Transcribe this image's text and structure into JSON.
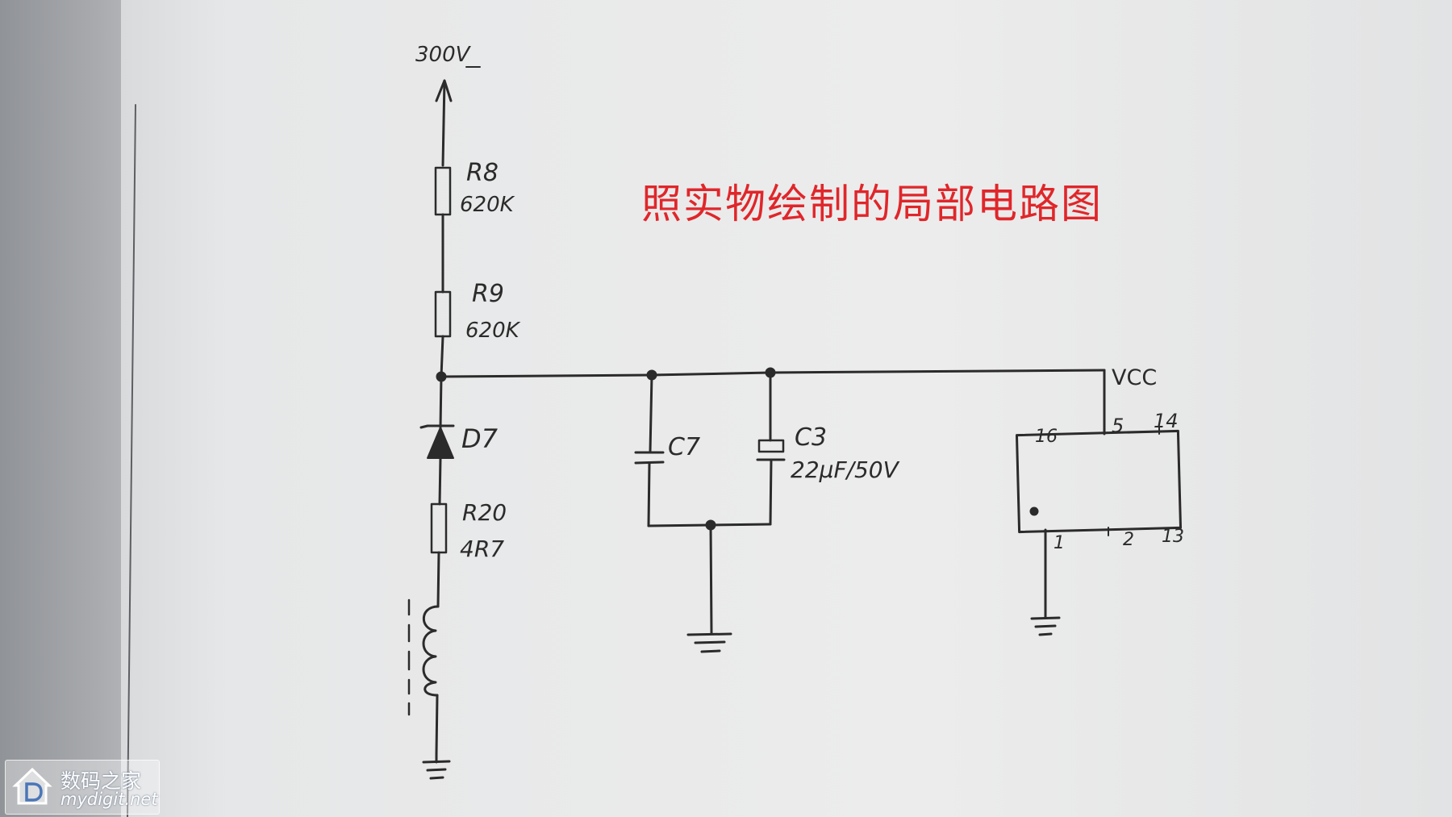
{
  "title": "照实物绘制的局部电路图",
  "supply": {
    "label": "300V"
  },
  "components": {
    "r8": {
      "ref": "R8",
      "value": "620K"
    },
    "r9": {
      "ref": "R9",
      "value": "620K"
    },
    "d7": {
      "ref": "D7"
    },
    "r20": {
      "ref": "R20",
      "value": "4R7"
    },
    "c7": {
      "ref": "C7"
    },
    "c3": {
      "ref": "C3",
      "value": "22μF/50V"
    }
  },
  "ic": {
    "vcc_label": "VCC",
    "pins": {
      "p16": "16",
      "p5": "5",
      "p14": "14",
      "p1": "1",
      "p2": "2",
      "p13": "13"
    }
  },
  "watermark": {
    "name": "数码之家",
    "url": "mydigit.net"
  },
  "colors": {
    "title": "#e0262a",
    "ink": "#2b2b2b",
    "paper": "#ececec"
  }
}
